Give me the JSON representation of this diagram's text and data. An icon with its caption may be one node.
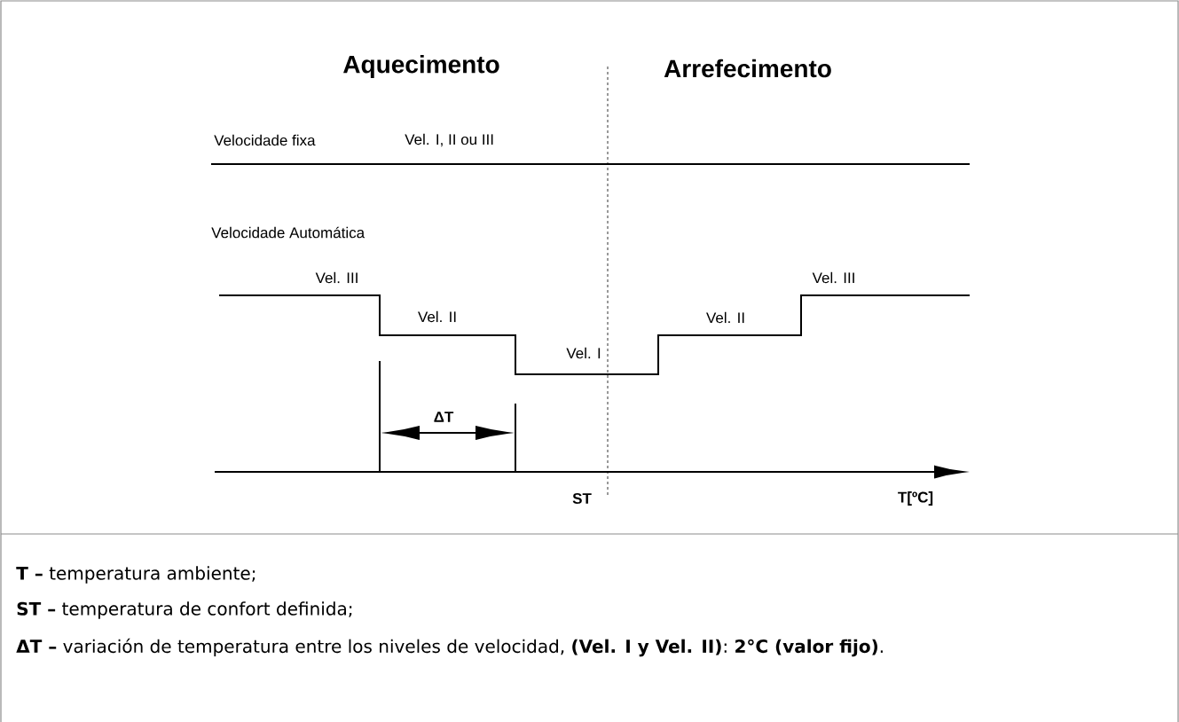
{
  "diagram": {
    "labels": [
      "Aquecimento",
      "Arrefecimento",
      "Velocidade fixa",
      "Vel. I, II ou III",
      "Velocidade Automática",
      "Vel. III",
      "Vel. III",
      "Vel. II",
      "Vel. II",
      "Vel. I",
      "ΔT",
      "ST",
      "T[ºC]",
      "**T –** temperatura ambiente;",
      "**ST –** temperatura de confort definida;",
      "**ΔT –** variación de temperatura entre los niveles de velocidad, **(Vel. I y Vel. II)**: **2°C (valor fijo)**."
    ]
  }
}
